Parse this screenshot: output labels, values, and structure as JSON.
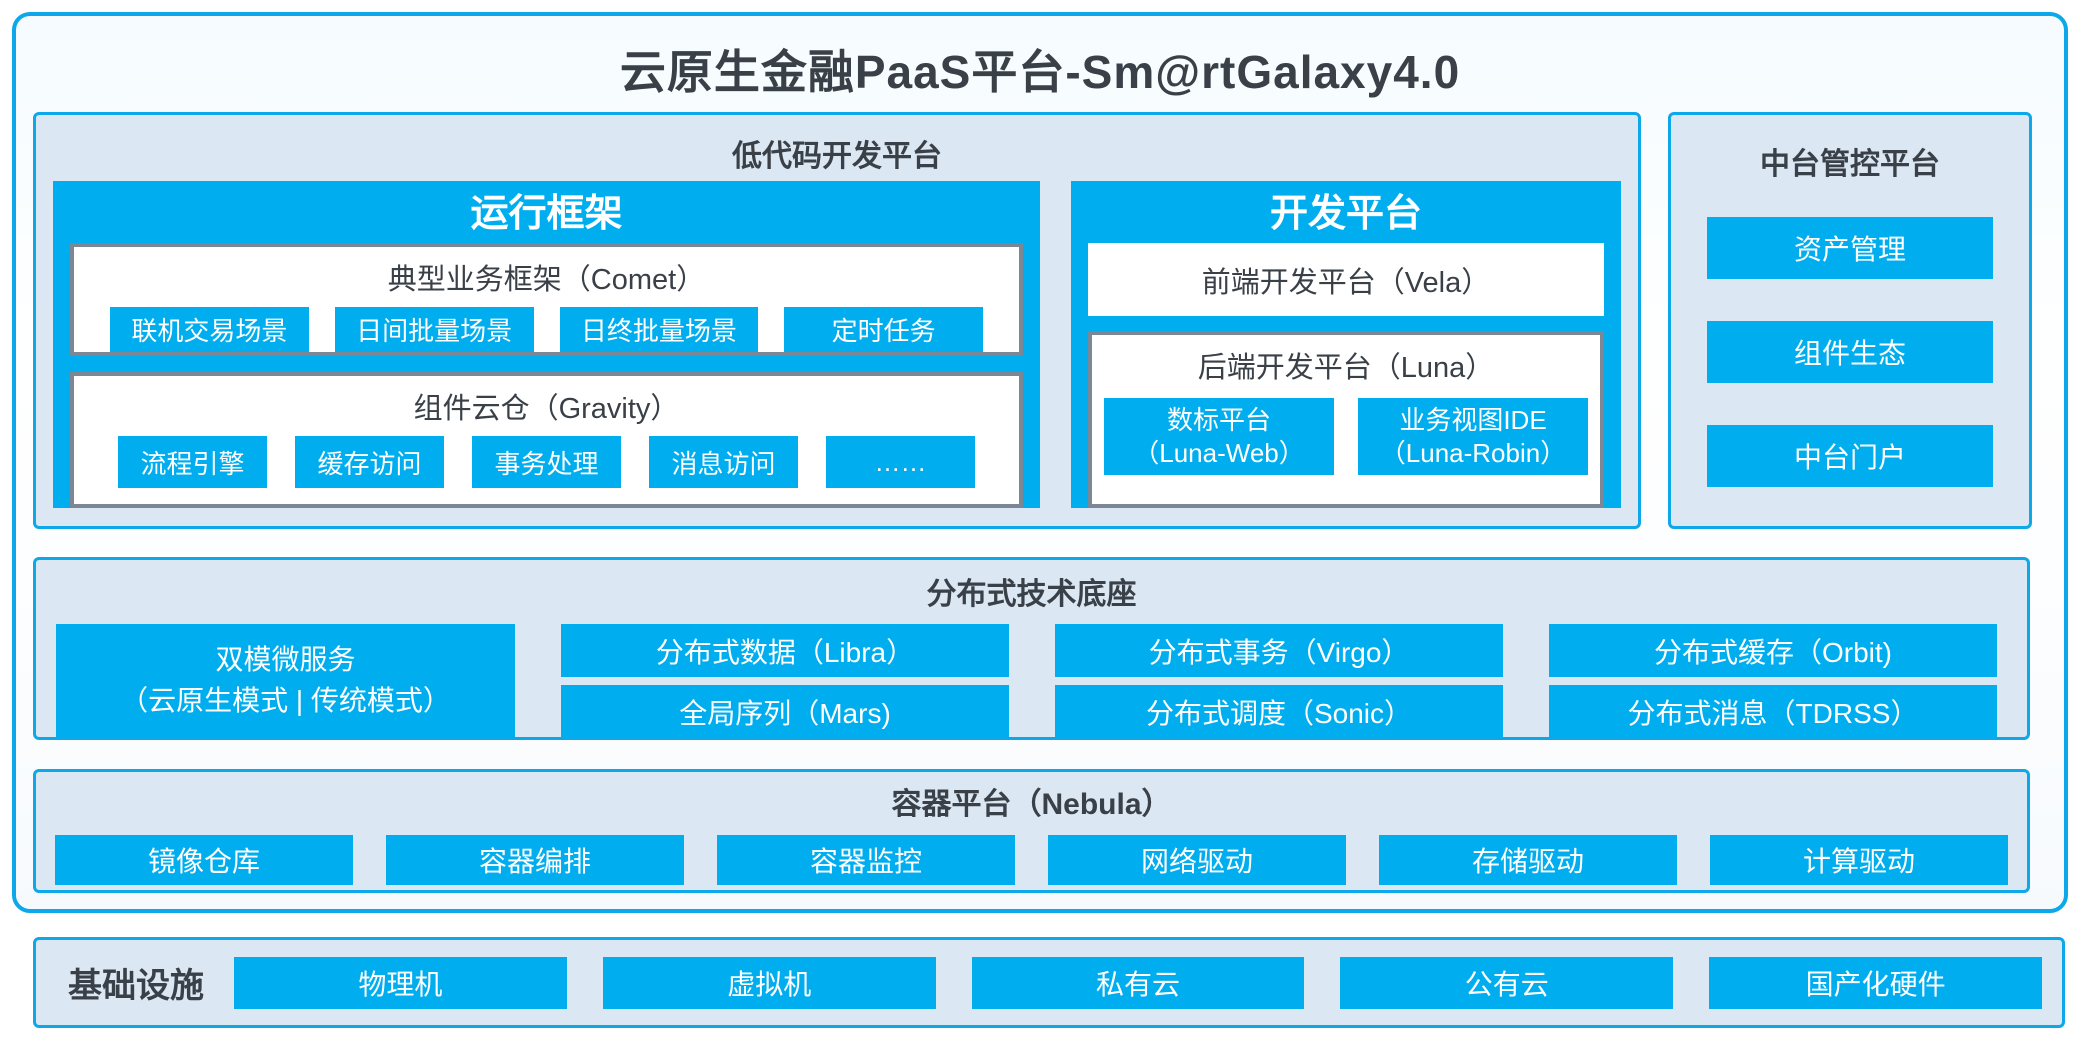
{
  "title": "云原生金融PaaS平台-Sm@rtGalaxy4.0",
  "colors": {
    "accent_blue": "#00aeef",
    "border_blue": "#0ca8e9",
    "panel_bg": "#dce7f4",
    "gray_border": "#7b8794",
    "dark_text": "#3a4047"
  },
  "low_code": {
    "title": "低代码开发平台",
    "runtime": {
      "title": "运行框架",
      "comet": {
        "title": "典型业务框架（Comet）",
        "items": [
          "联机交易场景",
          "日间批量场景",
          "日终批量场景",
          "定时任务"
        ]
      },
      "gravity": {
        "title": "组件云仓（Gravity）",
        "items": [
          "流程引擎",
          "缓存访问",
          "事务处理",
          "消息访问",
          "……"
        ]
      }
    },
    "dev": {
      "title": "开发平台",
      "vela_title": "前端开发平台（Vela）",
      "luna": {
        "title": "后端开发平台（Luna）",
        "items": [
          {
            "line1": "数标平台",
            "line2": "（Luna-Web）"
          },
          {
            "line1": "业务视图IDE",
            "line2": "（Luna-Robin）"
          }
        ]
      }
    }
  },
  "middleware": {
    "title": "中台管控平台",
    "items": [
      "资产管理",
      "组件生态",
      "中台门户"
    ]
  },
  "distributed": {
    "title": "分布式技术底座",
    "dual_mode": {
      "line1": "双模微服务",
      "line2": "（云原生模式 | 传统模式）"
    },
    "columns": [
      [
        "分布式数据（Libra）",
        "全局序列（Mars)"
      ],
      [
        "分布式事务（Virgo）",
        "分布式调度（Sonic）"
      ],
      [
        "分布式缓存（Orbit)",
        "分布式消息（TDRSS）"
      ]
    ]
  },
  "container": {
    "title": "容器平台（Nebula）",
    "items": [
      "镜像仓库",
      "容器编排",
      "容器监控",
      "网络驱动",
      "存储驱动",
      "计算驱动"
    ]
  },
  "infrastructure": {
    "title": "基础设施",
    "items": [
      "物理机",
      "虚拟机",
      "私有云",
      "公有云",
      "国产化硬件"
    ]
  }
}
